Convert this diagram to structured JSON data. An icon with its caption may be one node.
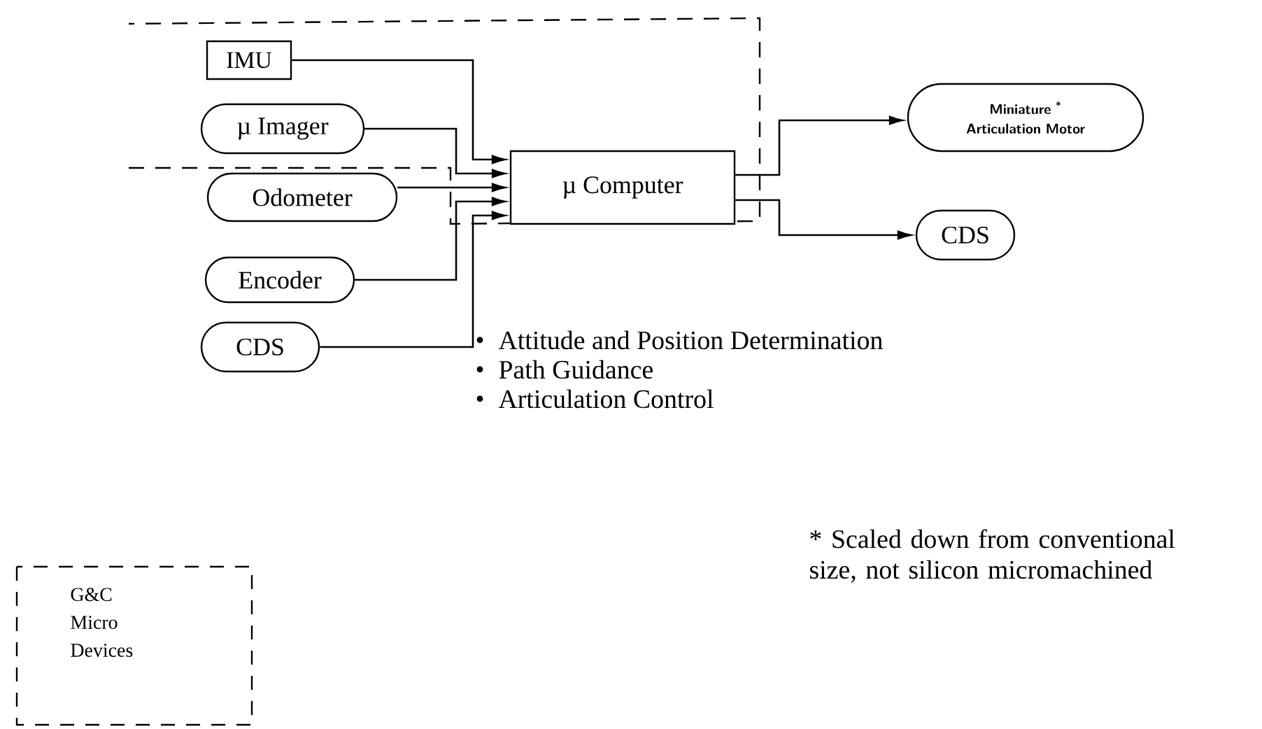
{
  "diagram": {
    "nodes": [
      {
        "text": [
          "IMU"
        ]
      },
      {
        "text": [
          "µ Imager"
        ]
      },
      {
        "text": [
          "Odometer"
        ]
      },
      {
        "text": [
          "Encoder"
        ]
      },
      {
        "text": [
          "CDS"
        ]
      },
      {
        "text": [
          "µ Computer"
        ]
      },
      {
        "text": [
          "Miniature $^{*}$ Articulation Motor"
        ]
      },
      {
        "text": [
          "CDS"
        ]
      }
    ],
    "edges": [
      {
        "from": 0,
        "to": 5,
        "arrow": "to"
      },
      {
        "from": 1,
        "to": 5,
        "arrow": "to"
      },
      {
        "from": 2,
        "to": 5,
        "arrow": "to"
      },
      {
        "from": 3,
        "to": 5,
        "arrow": "to"
      },
      {
        "from": 4,
        "to": 5,
        "arrow": "to"
      },
      {
        "from": 5,
        "to": 6,
        "arrow": "to"
      },
      {
        "from": 5,
        "to": 7,
        "arrow": "to"
      }
    ],
    "labels": [
      "Attitude and Position Determination",
      "Path Guidance",
      "Articulation Control",
      "* Scaled down from conventional size, not silicon micromachined"
    ],
    "legend": [
      {
        "text": "G&C Micro Devices"
      }
    ]
  }
}
